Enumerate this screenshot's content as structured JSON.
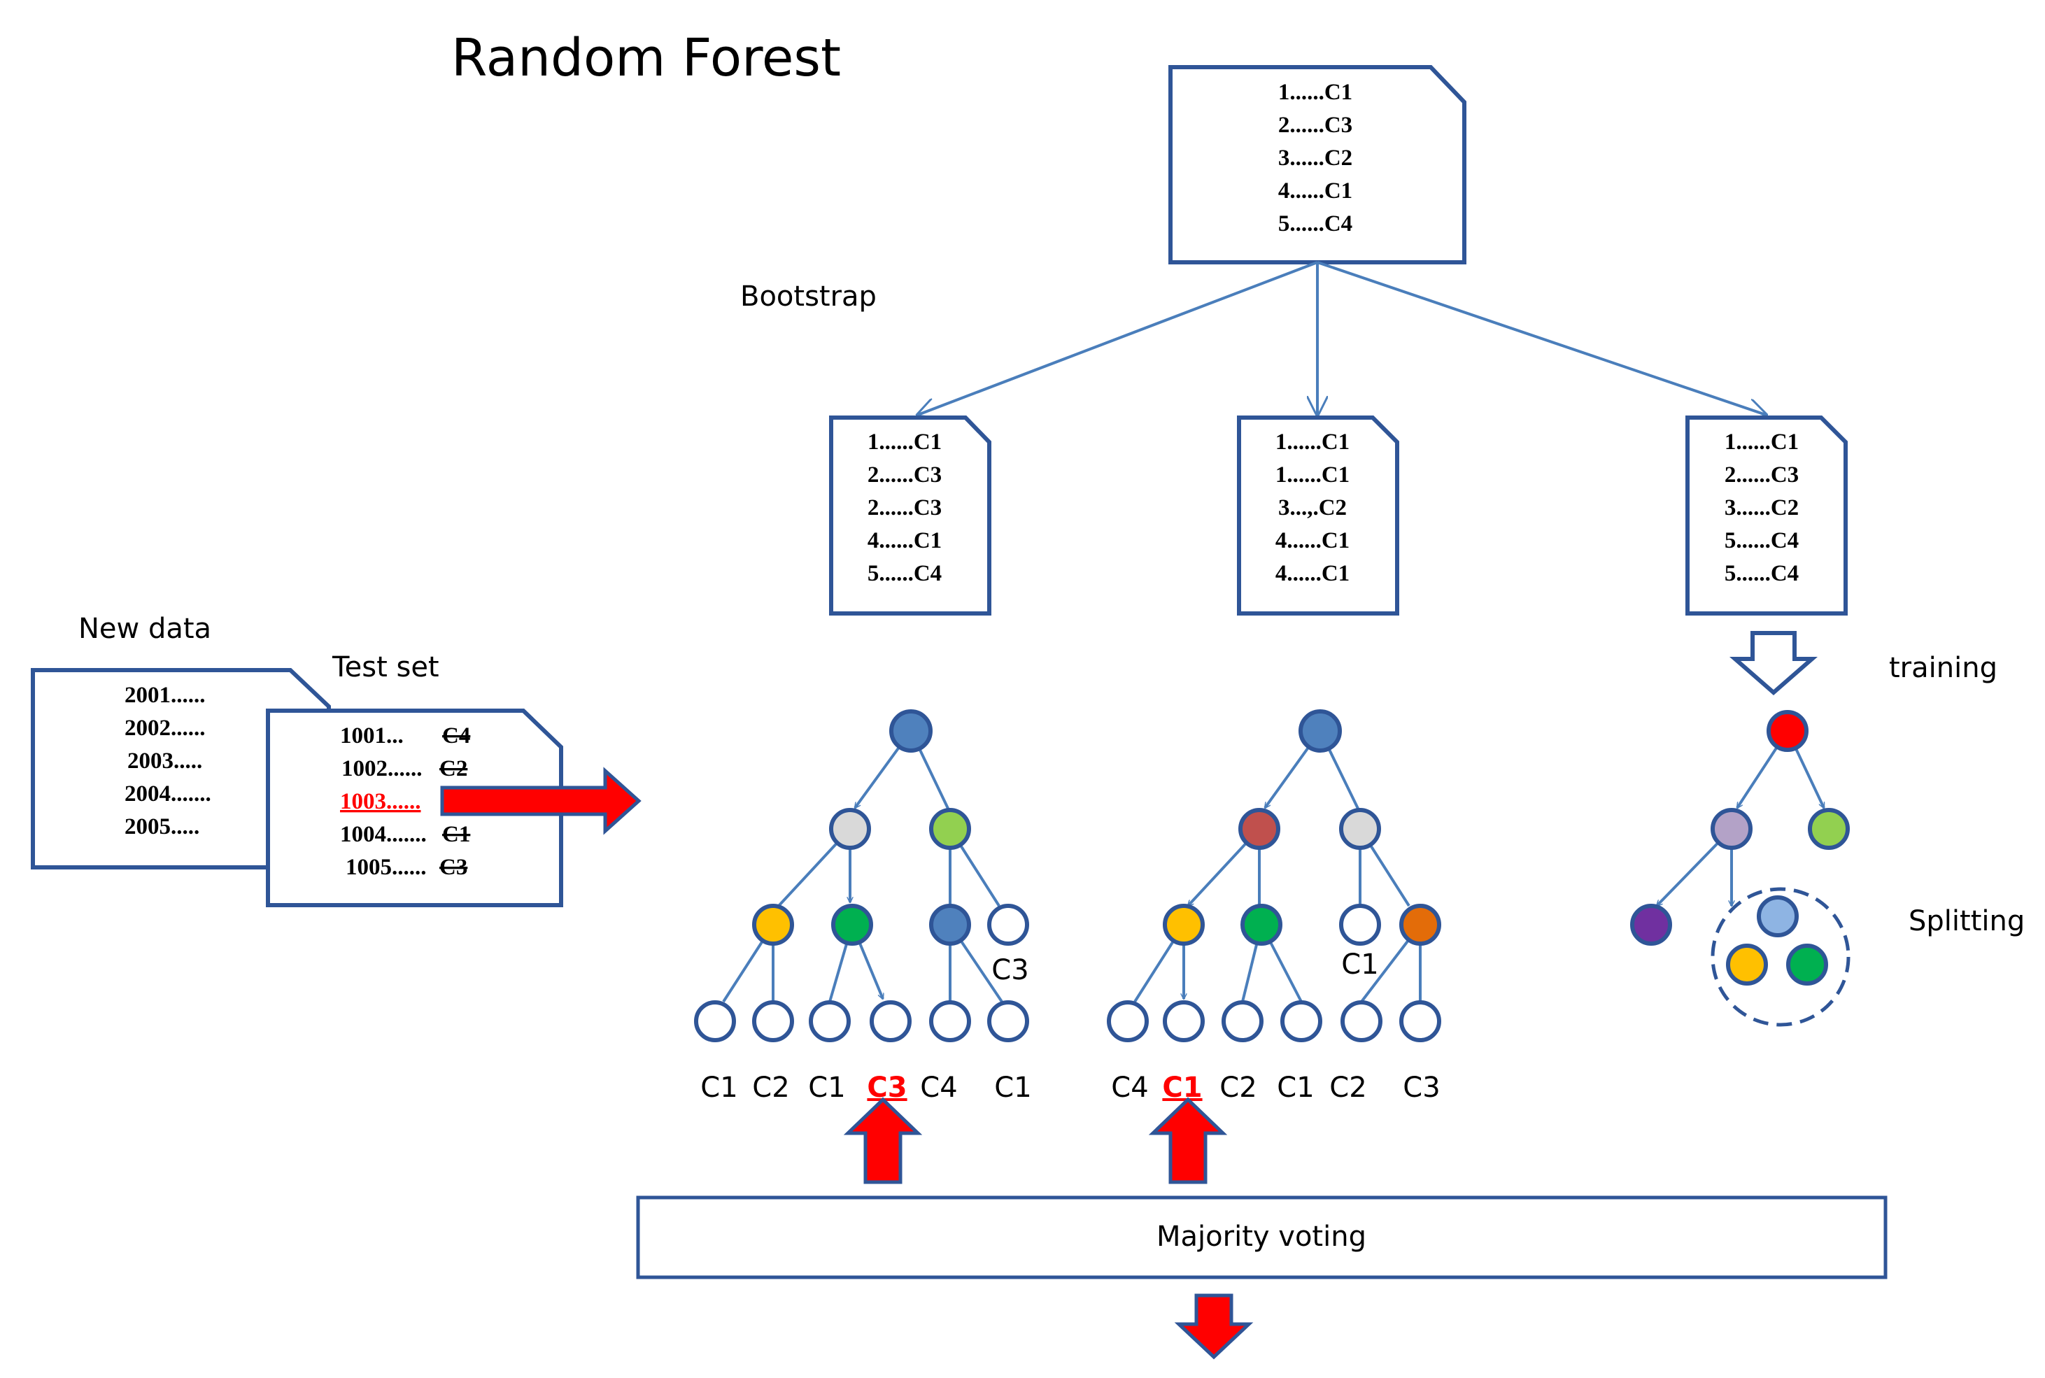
{
  "title": "Random Forest",
  "labels": {
    "bootstrap": "Bootstrap",
    "new_data": "New data",
    "test_set": "Test set",
    "training": "training",
    "splitting": "Splitting",
    "majority_voting": "Majority voting"
  },
  "dataset": [
    "1......C1",
    "2......C3",
    "3......C2",
    "4......C1",
    "5......C4"
  ],
  "bootstrap_samples": [
    [
      "1......C1",
      "2......C3",
      "2......C3",
      "4......C1",
      "5......C4"
    ],
    [
      "1......C1",
      "1......C1",
      "3...,.C2",
      "4......C1",
      "4......C1"
    ],
    [
      "1......C1",
      "2......C3",
      "3......C2",
      "5......C4",
      "5......C4"
    ]
  ],
  "new_data": [
    "2001......",
    "2002......",
    "2003.....",
    "2004.......",
    "2005....."
  ],
  "test_set": [
    {
      "id": "1001...",
      "label": "C4",
      "struck": true
    },
    {
      "id": "1002......",
      "label": "C2",
      "struck": true
    },
    {
      "id": "1003......",
      "label": "",
      "struck": false,
      "highlight": true
    },
    {
      "id": "1004.......",
      "label": "C1",
      "struck": true
    },
    {
      "id": "1005......",
      "label": "C3",
      "struck": true
    }
  ],
  "tree1": {
    "inner_leaf_label": "C3",
    "leaf_labels": [
      "C1",
      "C2",
      "C1",
      "C3",
      "C4",
      "C1"
    ],
    "selected": "C3"
  },
  "tree2": {
    "inner_leaf_label": "C1",
    "leaf_labels": [
      "C4",
      "C1",
      "C2",
      "C1",
      "C2",
      "C3"
    ],
    "selected": "C1"
  },
  "colors": {
    "outline": "#2f5597",
    "edge": "#4a7ebb",
    "blue": "#4f81bd",
    "gray": "#d9d9d9",
    "green_light": "#92d050",
    "yellow": "#ffc000",
    "green": "#00b050",
    "red_brown": "#c0504d",
    "orange": "#e36c09",
    "red": "#ff0000",
    "lavender": "#b3a2c7",
    "purple": "#7030a0",
    "light_blue": "#8eb4e3",
    "arrow_red": "#ff0000"
  }
}
